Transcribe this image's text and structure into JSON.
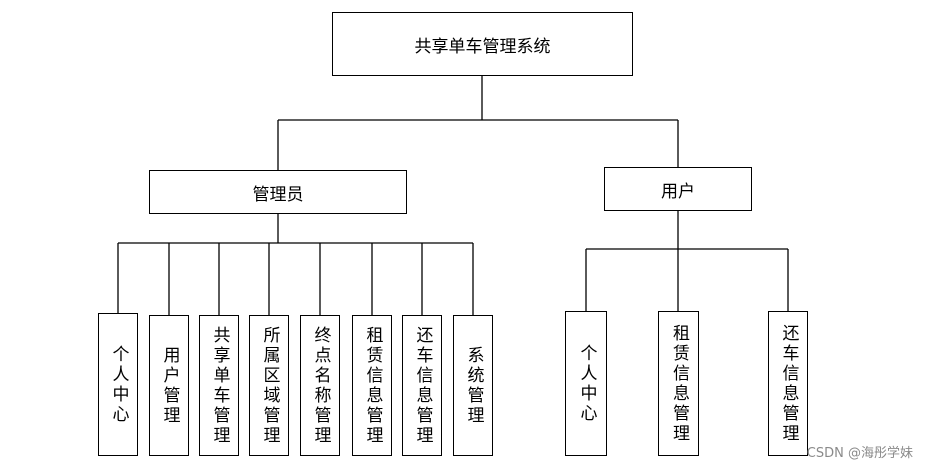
{
  "root": {
    "label": "共享单车管理系统"
  },
  "admin": {
    "label": "管理员",
    "children": [
      "个人中心",
      "用户管理",
      "共享单车管理",
      "所属区域管理",
      "终点名称管理",
      "租赁信息管理",
      "还车信息管理",
      "系统管理"
    ]
  },
  "user": {
    "label": "用户",
    "children": [
      "个人中心",
      "租赁信息管理",
      "还车信息管理"
    ]
  },
  "watermark": "CSDN @海彤学妹"
}
